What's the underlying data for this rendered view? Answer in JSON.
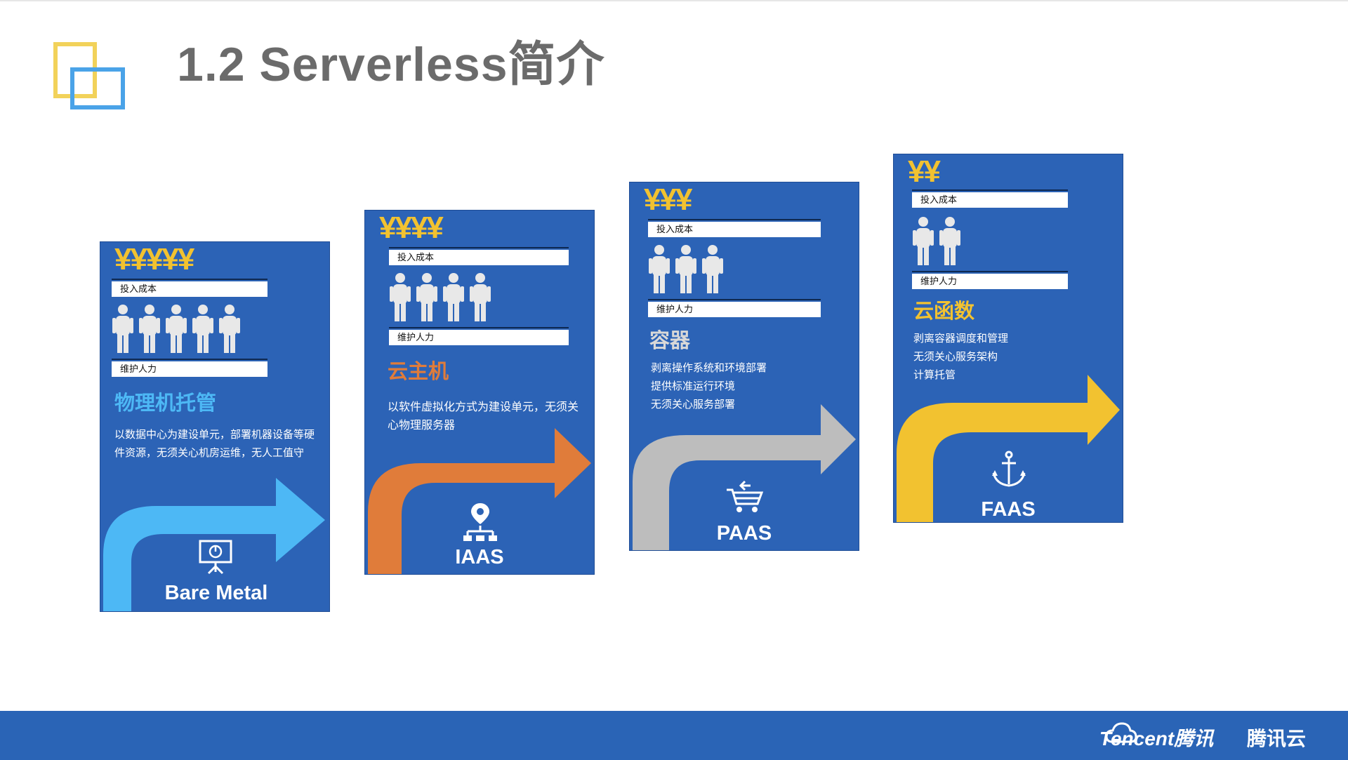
{
  "slide": {
    "title": "1.2 Serverless简介"
  },
  "colors": {
    "card_bg": "#2c63b6",
    "yen": "#f2c230",
    "bare_metal_accent": "#4db8f5",
    "iaas_accent": "#e07c3a",
    "paas_accent": "#bdbdbd",
    "faas_accent": "#f2c230",
    "footer": "#2a64b6"
  },
  "cards": [
    {
      "yen": "¥¥¥¥¥",
      "cost_label": "投入成本",
      "people_count": 5,
      "maint_label": "维护人力",
      "category": "物理机托管",
      "desc_lines": [
        "以数据中心为建设单元，部署机器设备等硬",
        "件资源，无须关心机房运维，无人工值守"
      ],
      "icon": "presentation-board-icon",
      "model": "Bare Metal"
    },
    {
      "yen": "¥¥¥¥",
      "cost_label": "投入成本",
      "people_count": 4,
      "maint_label": "维护人力",
      "category": "云主机",
      "desc_lines": [
        "以软件虚拟化方式为建设单元，无须关",
        "心物理服务器"
      ],
      "icon": "network-location-icon",
      "model": "IAAS"
    },
    {
      "yen": "¥¥¥",
      "cost_label": "投入成本",
      "people_count": 3,
      "maint_label": "维护人力",
      "category": "容器",
      "desc_lines": [
        "剥离操作系统和环境部署",
        "提供标准运行环境",
        "无须关心服务部署"
      ],
      "icon": "shopping-cart-icon",
      "model": "PAAS"
    },
    {
      "yen": "¥¥",
      "cost_label": "投入成本",
      "people_count": 2,
      "maint_label": "维护人力",
      "category": "云函数",
      "desc_lines": [
        "剥离容器调度和管理",
        "无须关心服务架构",
        "计算托管"
      ],
      "icon": "anchor-icon",
      "model": "FAAS"
    }
  ],
  "footer": {
    "brand": "Tencent腾讯",
    "brand2": "腾讯云",
    "cloud_icon": "tencent-cloud-icon"
  }
}
